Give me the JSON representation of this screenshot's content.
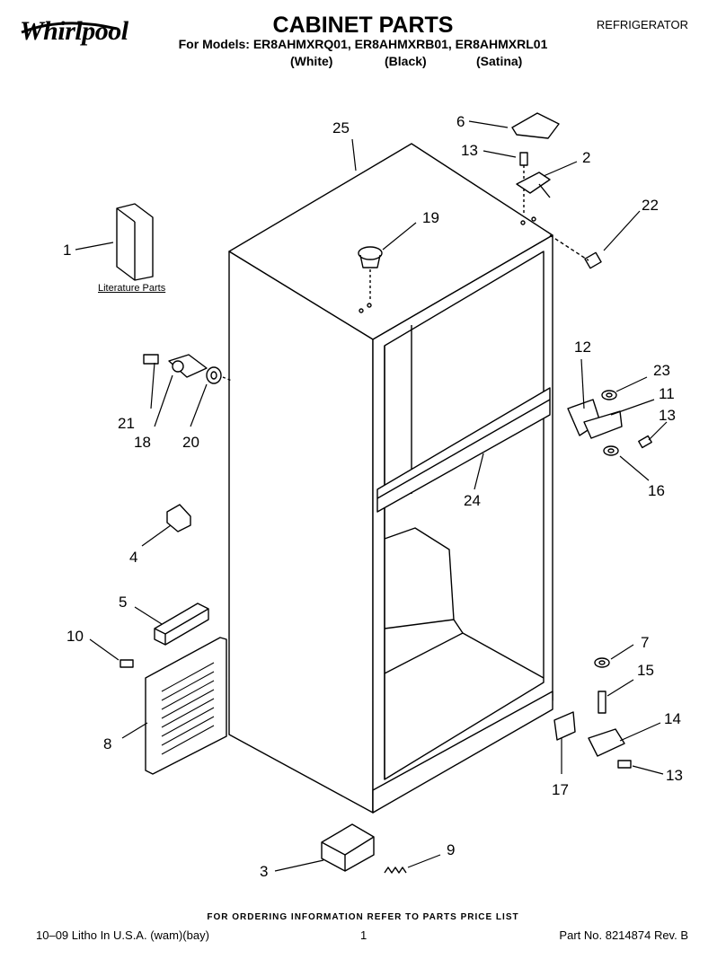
{
  "header": {
    "brand": "Whirlpool",
    "title": "CABINET PARTS",
    "models_line": "For Models: ER8AHMXRQ01, ER8AHMXRB01, ER8AHMXRL01",
    "variants": [
      "(White)",
      "(Black)",
      "(Satina)"
    ],
    "category": "REFRIGERATOR"
  },
  "diagram": {
    "literature_label": "Literature Parts",
    "callouts": [
      "25",
      "6",
      "13",
      "2",
      "22",
      "19",
      "1",
      "12",
      "23",
      "11",
      "13",
      "21",
      "18",
      "20",
      "16",
      "24",
      "4",
      "5",
      "7",
      "10",
      "15",
      "14",
      "8",
      "13",
      "17",
      "3",
      "9"
    ]
  },
  "footer": {
    "order_note": "FOR ORDERING INFORMATION REFER TO PARTS PRICE LIST",
    "left": "10–09 Litho In U.S.A. (wam)(bay)",
    "page": "1",
    "right": "Part No. 8214874 Rev. B"
  }
}
